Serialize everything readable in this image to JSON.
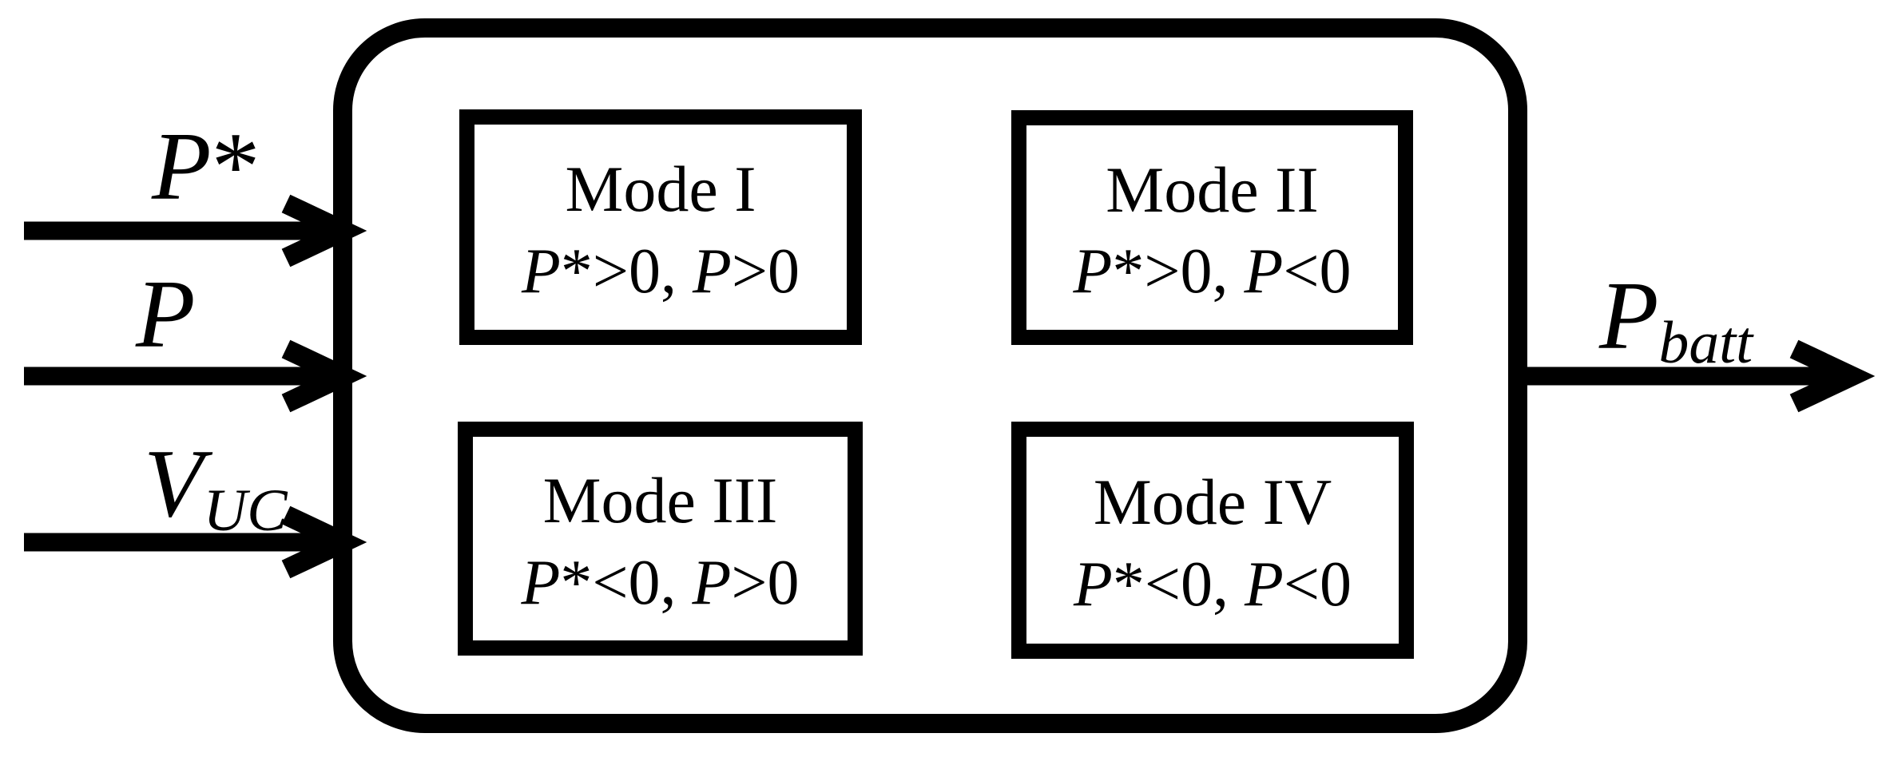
{
  "diagram": {
    "inputs": [
      {
        "base": "P",
        "suffix": "*",
        "sub": ""
      },
      {
        "base": "P",
        "suffix": "",
        "sub": ""
      },
      {
        "base": "V",
        "suffix": "",
        "sub": "UC"
      }
    ],
    "output": {
      "base": "P",
      "sub": "batt"
    },
    "modes": [
      {
        "title": "Mode I",
        "cond": [
          {
            "v": "P",
            "s": "*>0, "
          },
          {
            "v": "P",
            "s": ">0"
          }
        ]
      },
      {
        "title": "Mode II",
        "cond": [
          {
            "v": "P",
            "s": "*>0, "
          },
          {
            "v": "P",
            "s": "<0"
          }
        ]
      },
      {
        "title": "Mode III",
        "cond": [
          {
            "v": "P",
            "s": "*<0, "
          },
          {
            "v": "P",
            "s": ">0"
          }
        ]
      },
      {
        "title": "Mode IV",
        "cond": [
          {
            "v": "P",
            "s": "*<0, "
          },
          {
            "v": "P",
            "s": "<0"
          }
        ]
      }
    ],
    "colors": {
      "stroke": "#000000",
      "background": "#ffffff"
    }
  }
}
